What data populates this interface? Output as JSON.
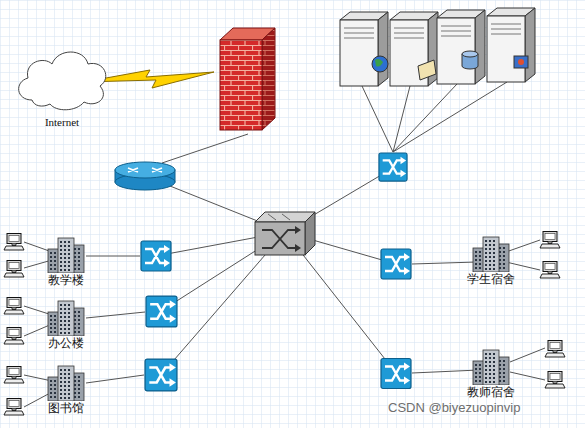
{
  "diagram": {
    "nodes": [
      {
        "text": [
          "Internet"
        ]
      },
      {
        "text": [
          "教学楼"
        ]
      },
      {
        "text": [
          "办公楼"
        ]
      },
      {
        "text": [
          "图书馆"
        ]
      },
      {
        "text": [
          "学生宿舍"
        ]
      },
      {
        "text": [
          "教师宿舍"
        ]
      }
    ],
    "labels": [
      "CSDN @biyezuopinvip"
    ]
  }
}
